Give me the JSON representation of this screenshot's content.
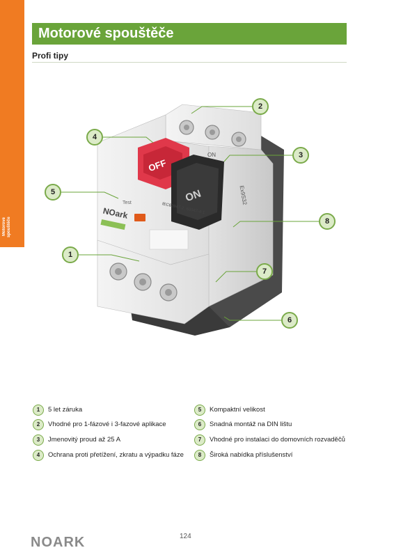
{
  "sidebar": {
    "label": "Motorové spouštěče"
  },
  "header": {
    "title": "Motorové spouštěče",
    "subtitle": "Profi tipy"
  },
  "product": {
    "logo_text": "NOark",
    "knob_off": "OFF",
    "knob_on": "ON",
    "on_label": "ON",
    "test_label": "Test",
    "standard": "IEC60947-2, 60947-4-1",
    "model": "Ex9S32"
  },
  "callouts": [
    "1",
    "2",
    "3",
    "4",
    "5",
    "6",
    "7",
    "8"
  ],
  "legend": [
    {
      "num": "1",
      "text": "5 let záruka"
    },
    {
      "num": "2",
      "text": "Vhodné pro 1-fázové i 3-fazové aplikace"
    },
    {
      "num": "3",
      "text": "Jmenovitý proud až 25 A"
    },
    {
      "num": "4",
      "text": "Ochrana proti přetížení, zkratu a výpadku fáze"
    },
    {
      "num": "5",
      "text": "Kompaktní velikost"
    },
    {
      "num": "6",
      "text": "Snadná montáž na DIN lištu"
    },
    {
      "num": "7",
      "text": "Vhodné pro instalaci do domovních rozvaděčů"
    },
    {
      "num": "8",
      "text": "Široká nabídka příslušenství"
    }
  ],
  "footer": {
    "logo": "NOARK",
    "page_number": "124"
  },
  "colors": {
    "orange": "#f07b22",
    "green": "#6aa43a",
    "callout_fill": "#dcebc8",
    "callout_border": "#7aaa4a"
  }
}
